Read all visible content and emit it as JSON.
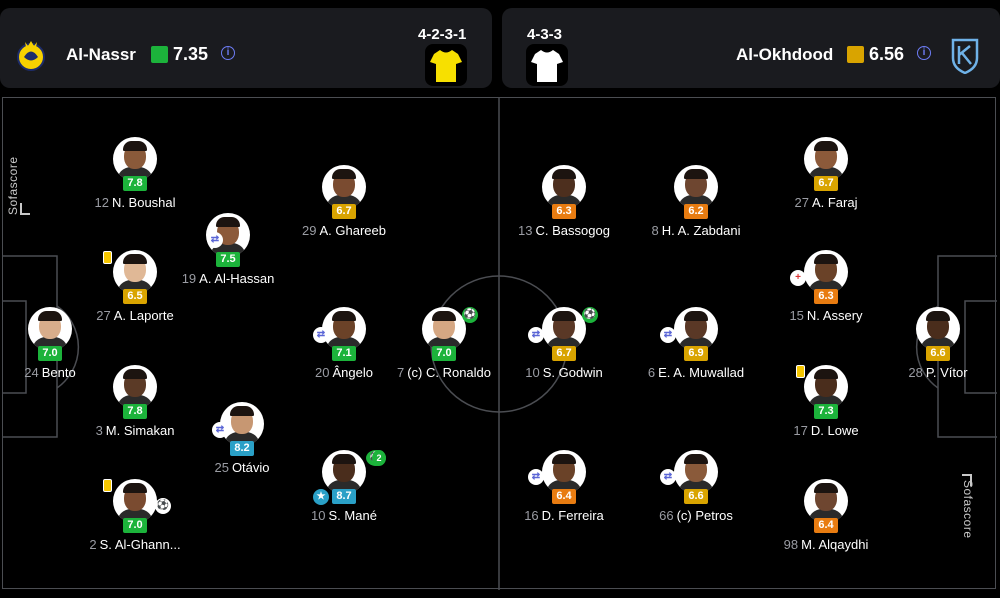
{
  "home": {
    "name": "Al-Nassr",
    "rating": "7.35",
    "formation": "4-2-3-1",
    "rating_color": "#1cb33b",
    "kit_color": "#f7e000",
    "logo_icon": "al-nassr-crest-icon"
  },
  "away": {
    "name": "Al-Okhdood",
    "rating": "6.56",
    "formation": "4-3-3",
    "rating_color": "#d9a400",
    "kit_color": "#ffffff",
    "logo_icon": "al-okhdood-crest-icon"
  },
  "brand": "Sofascore",
  "rating_colors": {
    "green": "#1cb33b",
    "yellow": "#d9a400",
    "orange": "#e87c11",
    "blue": "#2aa0c7"
  },
  "players": [
    {
      "id": "boushal",
      "number": "12",
      "name": "N. Boushal",
      "rating": "7.8",
      "color": "green",
      "skin": "#8a5a3a"
    },
    {
      "id": "laporte",
      "number": "27",
      "name": "A. Laporte",
      "rating": "6.5",
      "color": "yellow",
      "skin": "#e0b896"
    },
    {
      "id": "bento",
      "number": "24",
      "name": "Bento",
      "rating": "7.0",
      "color": "green",
      "skin": "#d8ad8b"
    },
    {
      "id": "simakan",
      "number": "3",
      "name": "M. Simakan",
      "rating": "7.8",
      "color": "green",
      "skin": "#5b3a26"
    },
    {
      "id": "alghannam",
      "number": "2",
      "name": "S. Al-Ghann...",
      "rating": "7.0",
      "color": "green",
      "skin": "#7a4b30"
    },
    {
      "id": "alhassan",
      "number": "19",
      "name": "A. Al-Hassan",
      "rating": "7.5",
      "color": "green",
      "skin": "#8c5a3a"
    },
    {
      "id": "otavio",
      "number": "25",
      "name": "Otávio",
      "rating": "8.2",
      "color": "blue",
      "skin": "#c79772"
    },
    {
      "id": "ghareeb",
      "number": "29",
      "name": "A. Ghareeb",
      "rating": "6.7",
      "color": "yellow",
      "skin": "#7a4b30"
    },
    {
      "id": "angelo",
      "number": "20",
      "name": "Ângelo",
      "rating": "7.1",
      "color": "green",
      "skin": "#6b4228"
    },
    {
      "id": "mane",
      "number": "10",
      "name": "S. Mané",
      "rating": "8.7",
      "color": "blue",
      "skin": "#4a2d1c"
    },
    {
      "id": "ronaldo",
      "number": "7",
      "name": "(c) C. Ronaldo",
      "rating": "7.0",
      "color": "green",
      "skin": "#d5a783"
    },
    {
      "id": "bassogog",
      "number": "13",
      "name": "C. Bassogog",
      "rating": "6.3",
      "color": "orange",
      "skin": "#4d2f1e"
    },
    {
      "id": "godwin",
      "number": "10",
      "name": "S. Godwin",
      "rating": "6.7",
      "color": "yellow",
      "skin": "#5a3826"
    },
    {
      "id": "ferreira",
      "number": "16",
      "name": "D. Ferreira",
      "rating": "6.4",
      "color": "orange",
      "skin": "#6a4228"
    },
    {
      "id": "zabdani",
      "number": "8",
      "name": "H. A. Zabdani",
      "rating": "6.2",
      "color": "orange",
      "skin": "#6e4630"
    },
    {
      "id": "muwallad",
      "number": "6",
      "name": "E. A. Muwallad",
      "rating": "6.9",
      "color": "yellow",
      "skin": "#5a3826"
    },
    {
      "id": "petros",
      "number": "66",
      "name": "(c) Petros",
      "rating": "6.6",
      "color": "yellow",
      "skin": "#8a5a3a"
    },
    {
      "id": "faraj",
      "number": "27",
      "name": "A. Faraj",
      "rating": "6.7",
      "color": "yellow",
      "skin": "#8c5a3a"
    },
    {
      "id": "assery",
      "number": "15",
      "name": "N. Assery",
      "rating": "6.3",
      "color": "orange",
      "skin": "#6a4228"
    },
    {
      "id": "lowe",
      "number": "17",
      "name": "D. Lowe",
      "rating": "7.3",
      "color": "green",
      "skin": "#4a2d1c"
    },
    {
      "id": "alqaydhi",
      "number": "98",
      "name": "M. Alqaydhi",
      "rating": "6.4",
      "color": "orange",
      "skin": "#6e4630"
    },
    {
      "id": "vitor",
      "number": "28",
      "name": "P. Vítor",
      "rating": "6.6",
      "color": "yellow",
      "skin": "#4a2d1c"
    }
  ]
}
